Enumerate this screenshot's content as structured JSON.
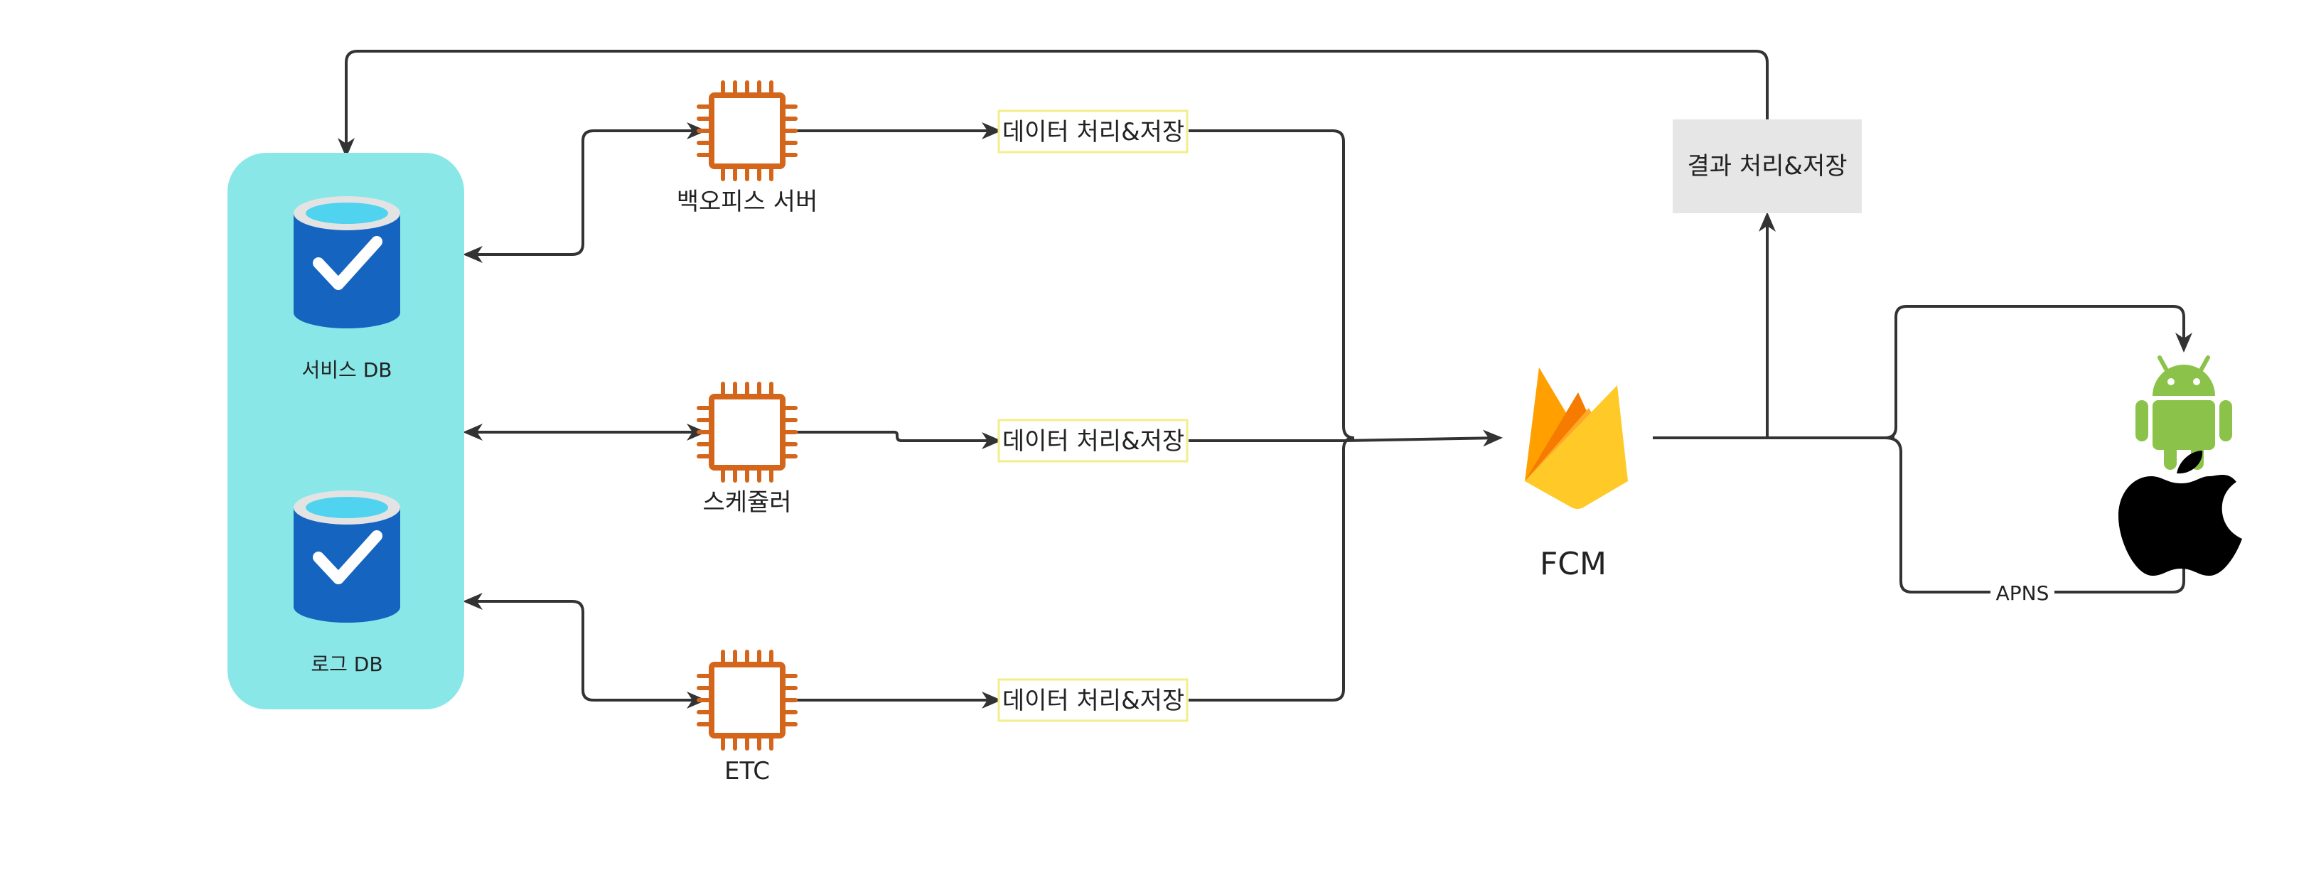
{
  "databases": {
    "service": "서비스 DB",
    "log": "로그 DB"
  },
  "servers": {
    "backoffice": "백오피스 서버",
    "scheduler": "스케쥴러",
    "etc": "ETC"
  },
  "process_boxes": {
    "top": "데이터 처리&저장",
    "middle": "데이터 처리&저장",
    "bottom": "데이터 처리&저장"
  },
  "result_box": "결과 처리&저장",
  "fcm": "FCM",
  "apns": "APNS",
  "icons": {
    "database": "database-check-icon",
    "server": "cpu-chip-icon",
    "fcm": "firebase-icon",
    "android": "android-icon",
    "apple": "apple-icon"
  },
  "colors": {
    "db_panel": "#8AE7E8",
    "db_cylinder": "#1565C0",
    "chip": "#D4661B",
    "process_border": "#F3EE8A",
    "result_bg": "#E6E6E6",
    "android": "#8BC34A",
    "firebase_yellow": "#FFCA28",
    "firebase_orange": "#F57C00"
  }
}
